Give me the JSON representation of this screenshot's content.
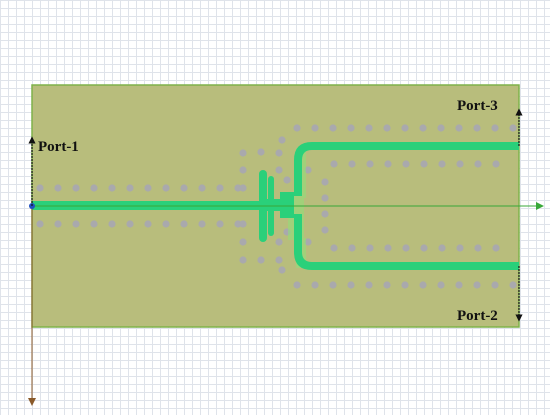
{
  "ports": {
    "port1": "Port-1",
    "port2": "Port-2",
    "port3": "Port-3"
  },
  "colors": {
    "substrate": "#b8bd7c",
    "substrate_edge": "#7fb24a",
    "trace": "#2ad07a",
    "trace_highlight": "#8fe07a",
    "via": "#a9a9ad",
    "axis_x": "#38a838",
    "axis_y": "#8a5a2a",
    "port_arrow": "#111111",
    "origin": "#2050c0"
  }
}
